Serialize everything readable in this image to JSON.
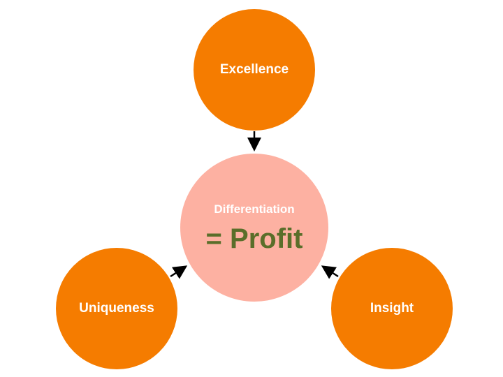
{
  "nodes": {
    "top": {
      "label": "Excellence"
    },
    "left": {
      "label": "Uniqueness"
    },
    "right": {
      "label": "Insight"
    },
    "center": {
      "label": "Differentiation",
      "result": "= Profit"
    }
  },
  "colors": {
    "outer_fill": "#f57c00",
    "center_fill": "#fdb1a2",
    "result_text": "#5a6e2a",
    "arrow": "#000000"
  }
}
